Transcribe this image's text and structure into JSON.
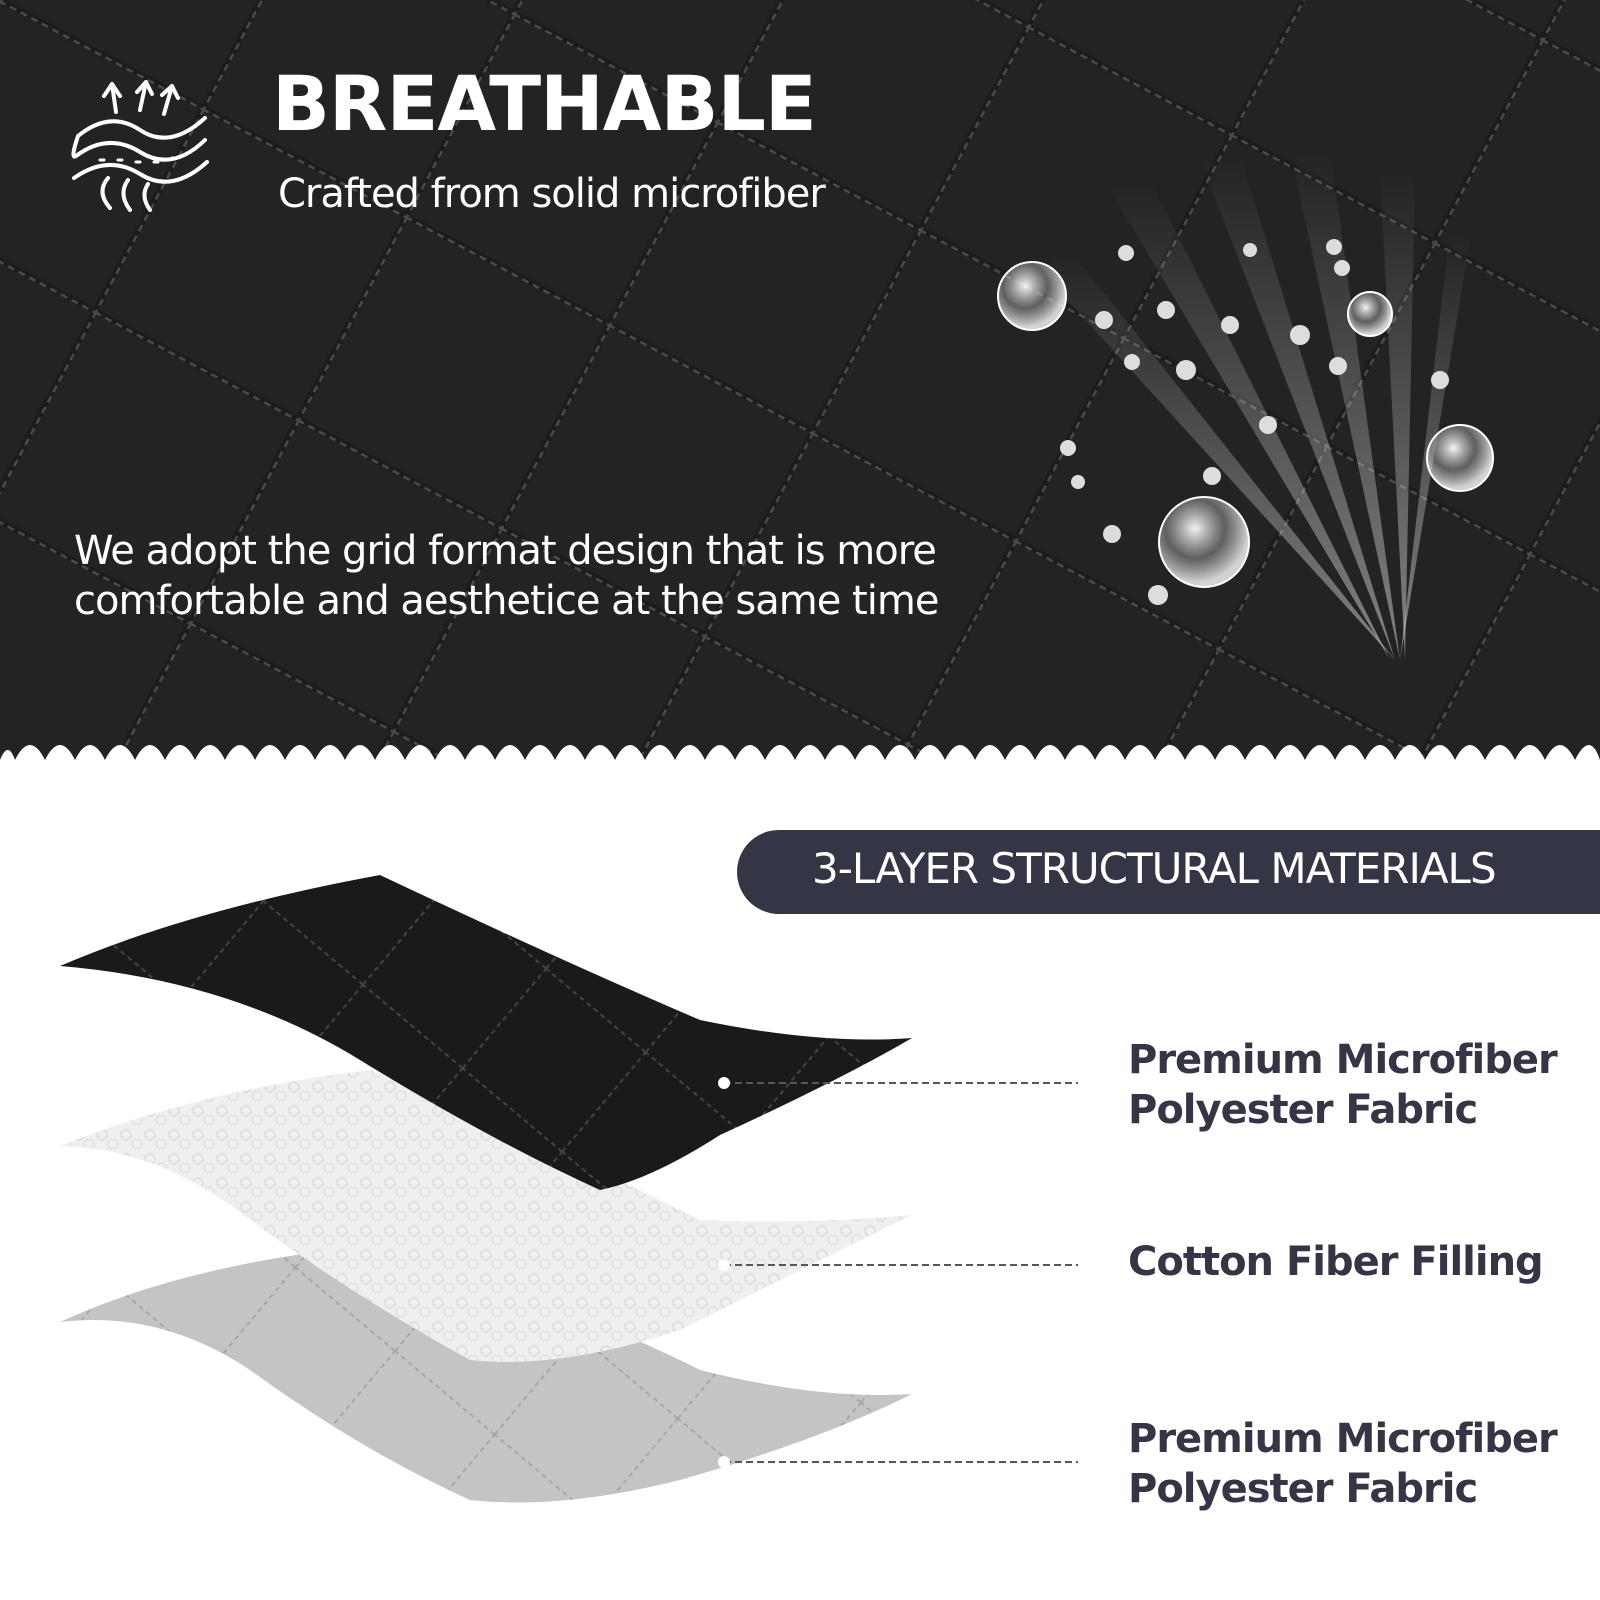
{
  "header": {
    "title": "BREATHABLE",
    "subtitle": "Crafted from solid microfiber",
    "description_line1": "We adopt the grid format design that is more",
    "description_line2": "comfortable and aesthetice at the same time",
    "icon": "breathable-fabric-icon"
  },
  "materials": {
    "banner": "3-LAYER STRUCTURAL MATERIALS",
    "layers": [
      {
        "line1": "Premium Microfiber",
        "line2": "Polyester Fabric",
        "color": "#1c1c1c"
      },
      {
        "line1": "Cotton Fiber Filling",
        "line2": "",
        "color": "#efefef"
      },
      {
        "line1": "Premium Microfiber",
        "line2": "Polyester Fabric",
        "color": "#c2c2c2"
      }
    ]
  },
  "colors": {
    "fabric_dark": "#1b1b1b",
    "banner": "#353645",
    "label_text": "#353645"
  }
}
